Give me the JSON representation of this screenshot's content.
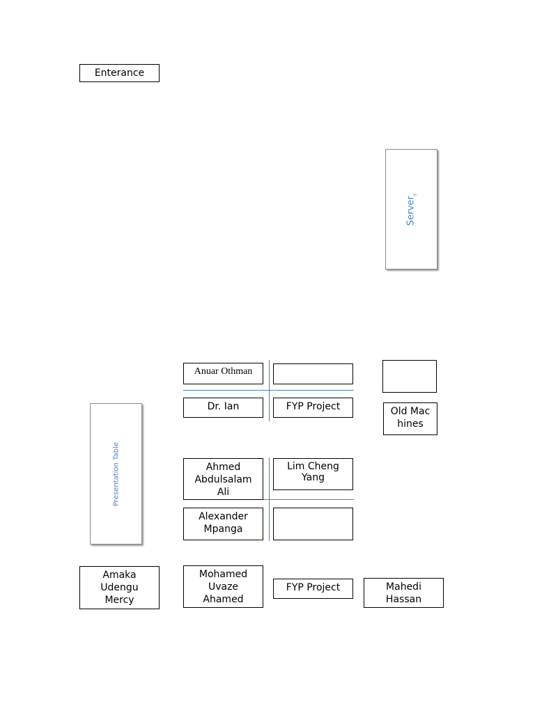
{
  "labels": {
    "entrance": "Enterance",
    "servers": "Server",
    "servers_suffix": "s",
    "presentation_table": "Presentation Table",
    "anuar": "Anuar Othman",
    "dr_ian": "Dr. Ian",
    "fyp_project_1": "FYP Project",
    "old_machines": "Old Machines",
    "ahmed": "Ahmed Abdulsalam Ali",
    "lim": "Lim Cheng Yang",
    "alexander": "Alexander Mpanga",
    "amaka": "Amaka Udengu Mercy",
    "mohamed": "Mohamed Uvaze Ahamed",
    "fyp_project_2": "FYP Project",
    "mahedi": "Mahedi Hassan",
    "empty_1": "",
    "empty_2": "",
    "empty_3": ""
  },
  "colors": {
    "divider": "#4f81bd",
    "rotated_text": "#4f81bd"
  }
}
